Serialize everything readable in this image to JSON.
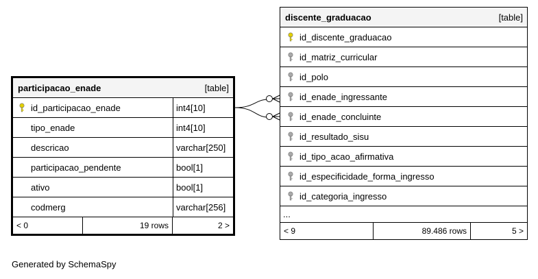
{
  "tables": {
    "participacao": {
      "name": "participacao_enade",
      "type": "[table]",
      "columns": [
        {
          "name": "id_participacao_enade",
          "type": "int4[10]",
          "key": "primary"
        },
        {
          "name": "tipo_enade",
          "type": "int4[10]",
          "key": "none"
        },
        {
          "name": "descricao",
          "type": "varchar[250]",
          "key": "none"
        },
        {
          "name": "participacao_pendente",
          "type": "bool[1]",
          "key": "none"
        },
        {
          "name": "ativo",
          "type": "bool[1]",
          "key": "none"
        },
        {
          "name": "codmerg",
          "type": "varchar[256]",
          "key": "none"
        }
      ],
      "footer": {
        "parents": "< 0",
        "rows": "19 rows",
        "children": "2 >"
      }
    },
    "discente": {
      "name": "discente_graduacao",
      "type": "[table]",
      "columns": [
        {
          "name": "id_discente_graduacao",
          "key": "primary"
        },
        {
          "name": "id_matriz_curricular",
          "key": "foreign"
        },
        {
          "name": "id_polo",
          "key": "foreign"
        },
        {
          "name": "id_enade_ingressante",
          "key": "foreign"
        },
        {
          "name": "id_enade_concluinte",
          "key": "foreign"
        },
        {
          "name": "id_resultado_sisu",
          "key": "foreign"
        },
        {
          "name": "id_tipo_acao_afirmativa",
          "key": "foreign"
        },
        {
          "name": "id_especificidade_forma_ingresso",
          "key": "foreign"
        },
        {
          "name": "id_categoria_ingresso",
          "key": "foreign"
        }
      ],
      "ellipsis": "...",
      "footer": {
        "parents": "< 9",
        "rows": "89.486 rows",
        "children": "5 >"
      }
    }
  },
  "colors": {
    "primary_key": "#e3d000",
    "foreign_key": "#a9a9a9",
    "header_bg": "#f4f4f4"
  },
  "footer_text": "Generated by SchemaSpy"
}
